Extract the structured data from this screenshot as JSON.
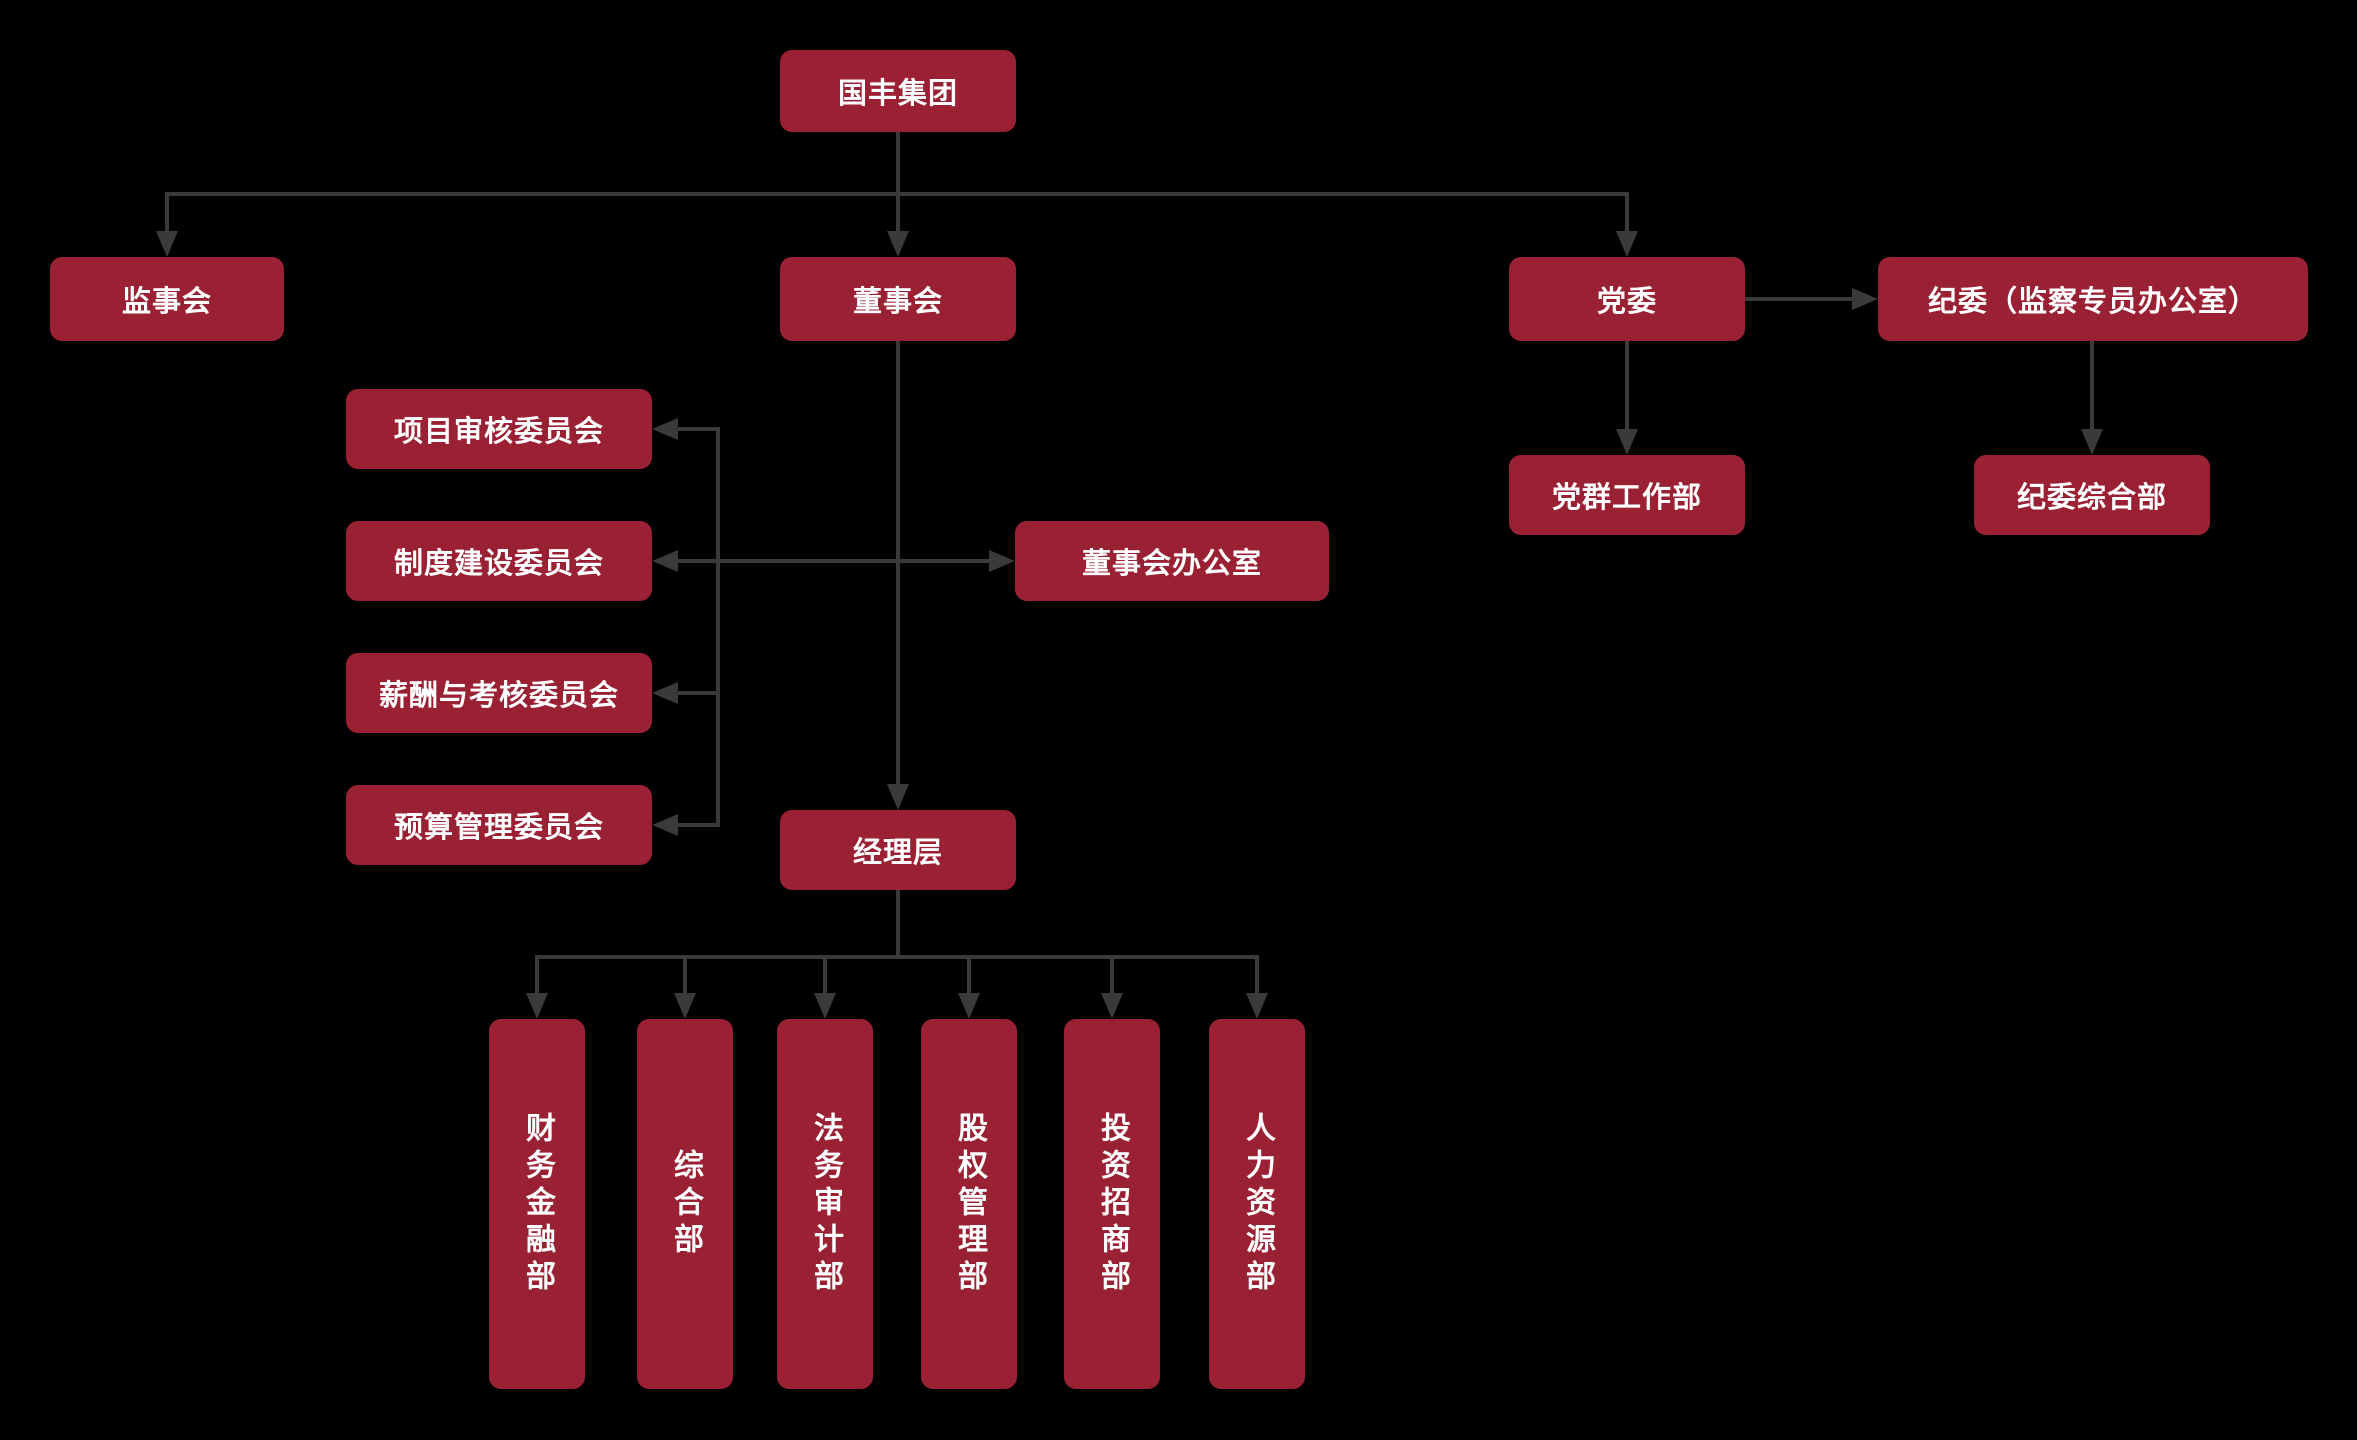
{
  "theme": {
    "background_color": "#000000",
    "node_fill_color": "#9A2134",
    "node_text_color": "#FFFFFF",
    "connector_color": "#3A3A3A"
  },
  "nodes": {
    "group_root": {
      "label": "国丰集团"
    },
    "supervisory_board": {
      "label": "监事会"
    },
    "board_of_directors": {
      "label": "董事会"
    },
    "party_committee": {
      "label": "党委"
    },
    "discipline_committee": {
      "label": "纪委（监察专员办公室）"
    },
    "project_review_committee": {
      "label": "项目审核委员会"
    },
    "system_construction_committee": {
      "label": "制度建设委员会"
    },
    "compensation_assessment_committee": {
      "label": "薪酬与考核委员会"
    },
    "budget_management_committee": {
      "label": "预算管理委员会"
    },
    "board_office": {
      "label": "董事会办公室"
    },
    "party_mass_work_dept": {
      "label": "党群工作部"
    },
    "discipline_general_dept": {
      "label": "纪委综合部"
    },
    "management_level": {
      "label": "经理层"
    },
    "finance_dept": {
      "label": "财务金融部"
    },
    "general_dept": {
      "label": "综合部"
    },
    "legal_audit_dept": {
      "label": "法务审计部"
    },
    "equity_management_dept": {
      "label": "股权管理部"
    },
    "investment_promotion_dept": {
      "label": "投资招商部"
    },
    "hr_dept": {
      "label": "人力资源部"
    }
  },
  "edges": [
    {
      "from": "group_root",
      "to": "supervisory_board",
      "arrow": "down"
    },
    {
      "from": "group_root",
      "to": "board_of_directors",
      "arrow": "down"
    },
    {
      "from": "group_root",
      "to": "party_committee",
      "arrow": "down"
    },
    {
      "from": "party_committee",
      "to": "discipline_committee",
      "arrow": "right"
    },
    {
      "from": "party_committee",
      "to": "party_mass_work_dept",
      "arrow": "down"
    },
    {
      "from": "discipline_committee",
      "to": "discipline_general_dept",
      "arrow": "down"
    },
    {
      "from": "board_of_directors",
      "to": "project_review_committee",
      "arrow": "left"
    },
    {
      "from": "board_of_directors",
      "to": "system_construction_committee",
      "arrow": "left"
    },
    {
      "from": "board_of_directors",
      "to": "compensation_assessment_committee",
      "arrow": "left"
    },
    {
      "from": "board_of_directors",
      "to": "budget_management_committee",
      "arrow": "left"
    },
    {
      "from": "board_of_directors",
      "to": "board_office",
      "arrow": "right"
    },
    {
      "from": "board_of_directors",
      "to": "management_level",
      "arrow": "down"
    },
    {
      "from": "management_level",
      "to": "finance_dept",
      "arrow": "down"
    },
    {
      "from": "management_level",
      "to": "general_dept",
      "arrow": "down"
    },
    {
      "from": "management_level",
      "to": "legal_audit_dept",
      "arrow": "down"
    },
    {
      "from": "management_level",
      "to": "equity_management_dept",
      "arrow": "down"
    },
    {
      "from": "management_level",
      "to": "investment_promotion_dept",
      "arrow": "down"
    },
    {
      "from": "management_level",
      "to": "hr_dept",
      "arrow": "down"
    }
  ]
}
